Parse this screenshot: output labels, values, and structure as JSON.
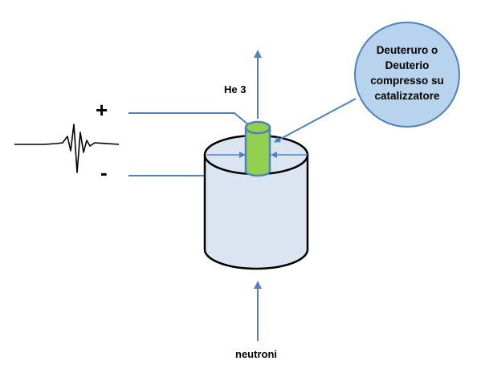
{
  "labels": {
    "he3": "He 3",
    "plus": "+",
    "minus": "-",
    "neutrons": "neutroni",
    "callout": [
      "Deuteruro o",
      "Deuterio",
      "compresso su",
      "catalizzatore"
    ]
  },
  "colors": {
    "line": "#4f81bd",
    "cylinder_fill": "#dbe5f1",
    "rod_fill": "#92d050",
    "callout_fill": "#b8d3ee",
    "outline": "#000000"
  }
}
